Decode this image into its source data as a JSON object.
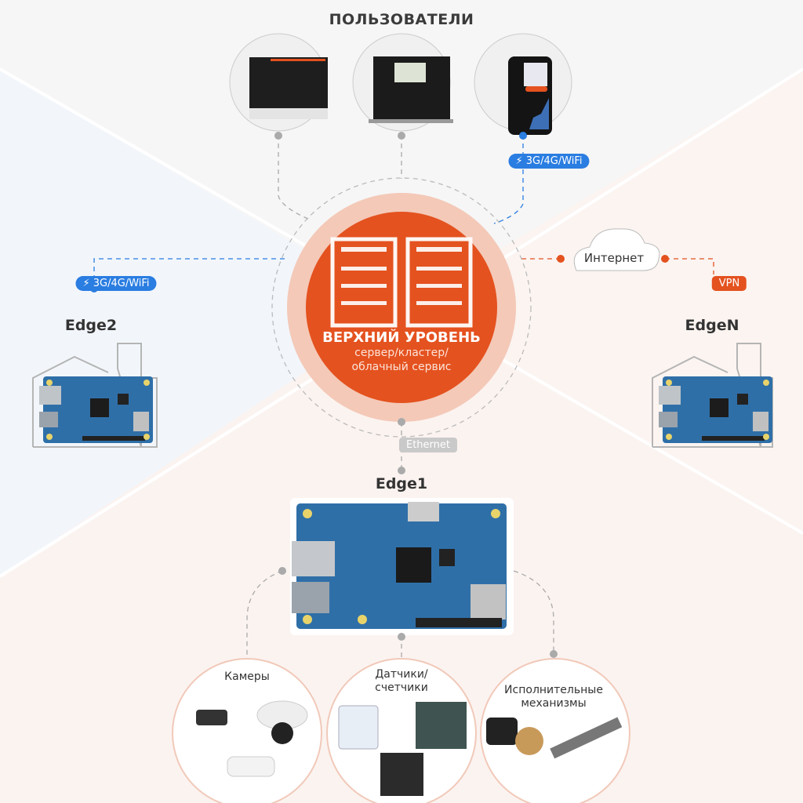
{
  "header": {
    "title": "ПОЛЬЗОВАТЕЛИ"
  },
  "center": {
    "title": "ВЕРХНИЙ УРОВЕНЬ",
    "sub1": "сервер/кластер/",
    "sub2": "облачный сервис"
  },
  "connections": {
    "mobile_top": "3G/4G/WiFi",
    "mobile_left": "3G/4G/WiFi",
    "internet": "Интернет",
    "vpn": "VPN",
    "ethernet": "Ethernet"
  },
  "edges": {
    "edge1": "Edge1",
    "edge2": "Edge2",
    "edgeN": "EdgeN"
  },
  "devices": {
    "cameras": "Камеры",
    "sensors1": "Датчики/",
    "sensors2": "счетчики",
    "actuators1": "Исполнительные",
    "actuators2": "механизмы"
  },
  "colors": {
    "accent": "#e4521f",
    "blue": "#2a7de1",
    "board": "#2f6fa8"
  }
}
